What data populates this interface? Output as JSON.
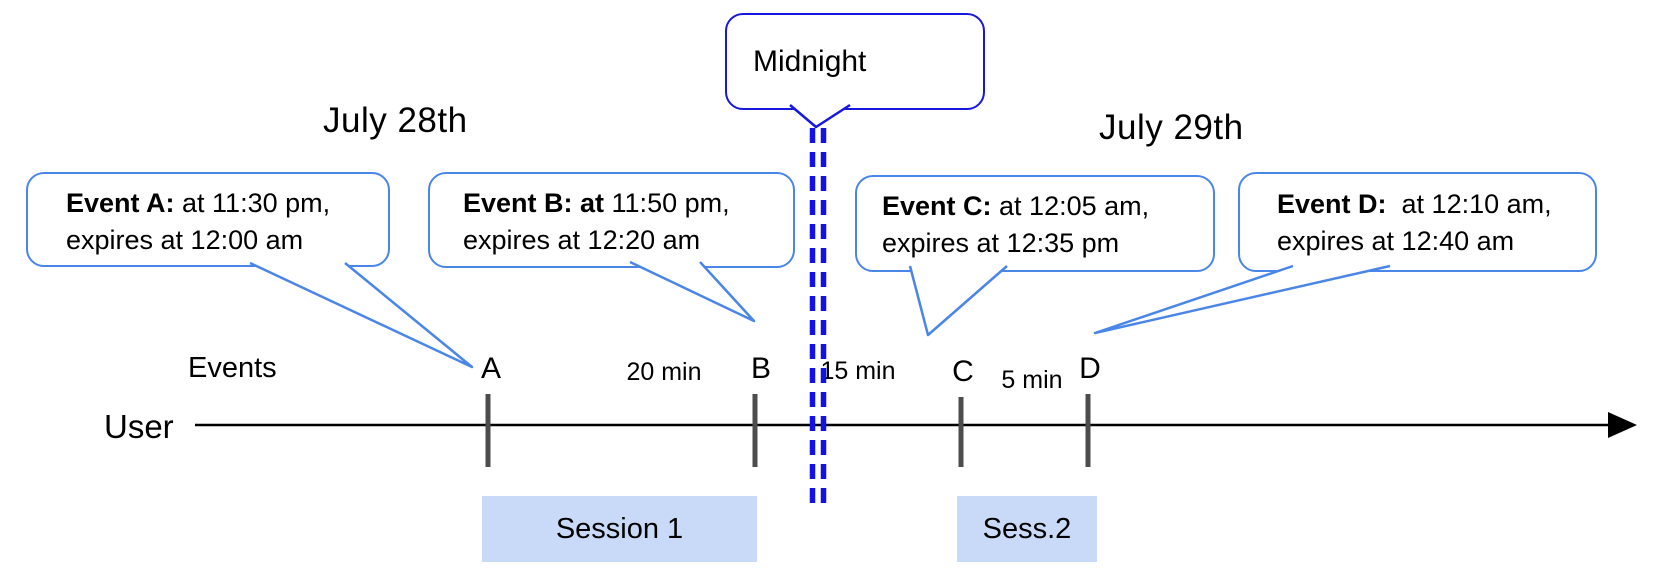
{
  "headers": {
    "left_date": "July 28th",
    "right_date": "July 29th"
  },
  "midnight": {
    "label": "Midnight"
  },
  "event_callouts": [
    {
      "id": "A",
      "title": "Event A:",
      "time": " at 11:30 pm,",
      "expiry": "expires at 12:00 am"
    },
    {
      "id": "B",
      "title": "Event B: at",
      "time": " 11:50 pm,",
      "expiry": "expires at 12:20 am"
    },
    {
      "id": "C",
      "title": "Event C:",
      "time": " at 12:05 am,",
      "expiry": "expires at 12:35 pm"
    },
    {
      "id": "D",
      "title": "Event D:",
      "time": "  at 12:10 am,",
      "expiry": "expires at 12:40 am"
    }
  ],
  "timeline": {
    "row_label": "Events",
    "axis_label": "User",
    "ticks": [
      "A",
      "B",
      "C",
      "D"
    ],
    "intervals": [
      "20 min",
      "15 min",
      "5 min"
    ]
  },
  "sessions": [
    {
      "label": "Session 1"
    },
    {
      "label": "Sess.2"
    }
  ],
  "colors": {
    "callout_border": "#4a86e8",
    "midnight_border": "#1717dd",
    "dashed_line": "#1212e6",
    "session_fill": "#c9daf8",
    "tick": "#4d4d4d",
    "axis": "#000000"
  }
}
